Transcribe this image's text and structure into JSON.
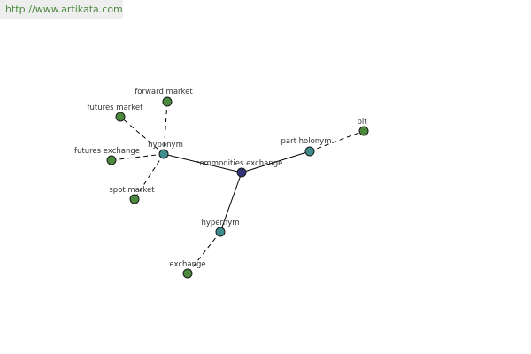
{
  "banner": {
    "url_text": "http://www.artikata.com"
  },
  "graph": {
    "center": "commodities exchange",
    "relations": {
      "hyponym": "hyponym",
      "part_holonym": "part holonym",
      "hypernym": "hypernym"
    },
    "terms": {
      "forward_market": "forward market",
      "futures_market": "futures market",
      "futures_exchange": "futures exchange",
      "spot_market": "spot market",
      "pit": "pit",
      "exchange": "exchange"
    },
    "colors": {
      "center_node": "#33337a",
      "relation_node": "#3f8c8c",
      "term_node": "#4b8a3d",
      "node_stroke": "#1a1a1a",
      "edge": "#000000",
      "banner_text": "#4a8a3c",
      "banner_bg": "#eeeeee"
    }
  }
}
